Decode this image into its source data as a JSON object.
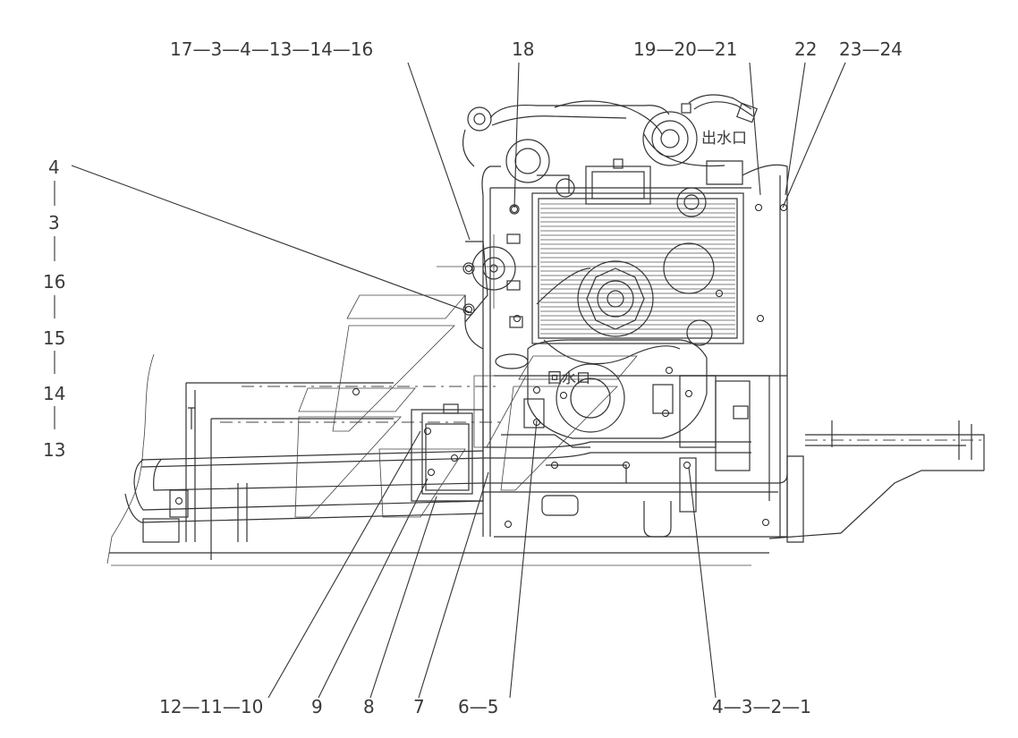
{
  "diagram": {
    "top_callouts": [
      "17—3—4—13—14—16",
      "18",
      "19—20—21",
      "22",
      "23—24"
    ],
    "left_callouts": [
      "4",
      "3",
      "16",
      "15",
      "14",
      "13"
    ],
    "bottom_callouts": [
      "12—11—10",
      "9",
      "8",
      "7",
      "6—5",
      "4—3—2—1"
    ],
    "inner_labels": {
      "water_outlet": "出水口",
      "water_return": "回水口"
    }
  }
}
